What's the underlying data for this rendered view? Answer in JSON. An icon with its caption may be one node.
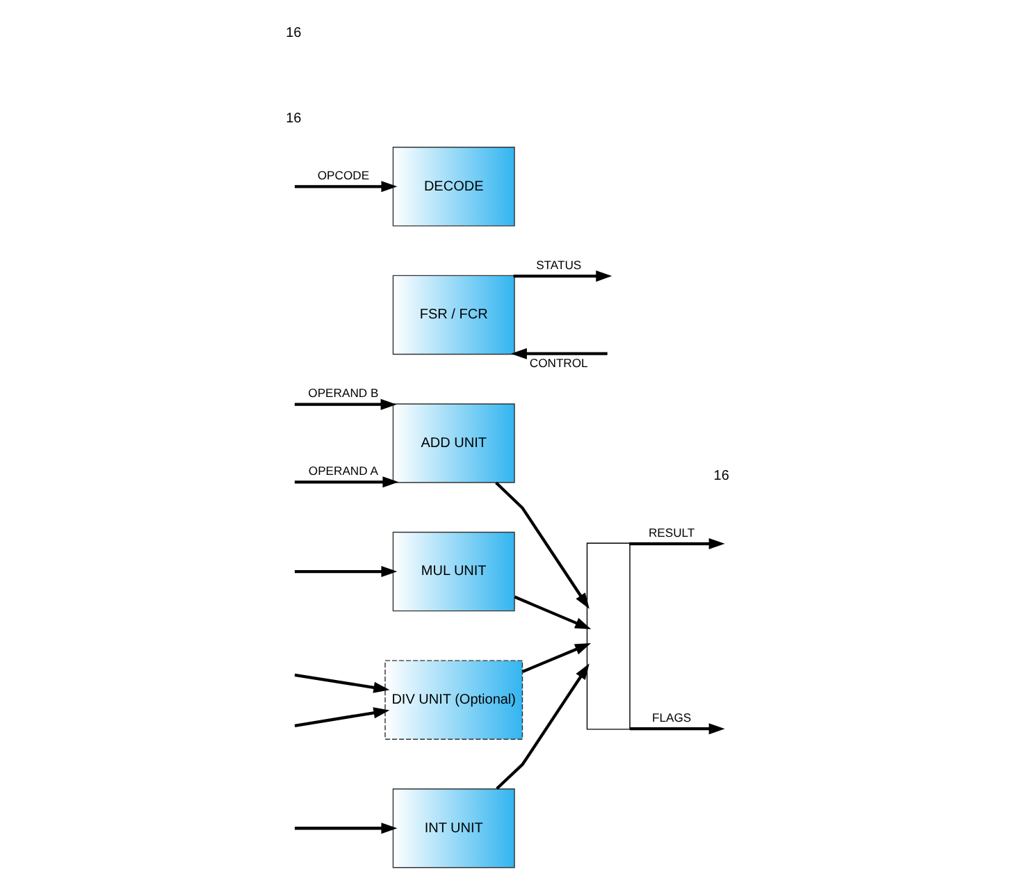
{
  "diagram": {
    "nodes": [
      {
        "text": [
          "DECODE"
        ]
      },
      {
        "text": [
          "FSR / FCR"
        ]
      },
      {
        "text": [
          "ADD UNIT"
        ]
      },
      {
        "text": [
          "MUL UNIT"
        ]
      },
      {
        "text": [
          "DIV UNIT (Optional)"
        ]
      },
      {
        "text": [
          "INT UNIT"
        ]
      },
      {
        "text": [],
        "shape": "trapezoid"
      }
    ],
    "edges": [
      {
        "from": null,
        "to": 0,
        "arrow": "to",
        "label": "OPCODE"
      },
      {
        "from": 1,
        "to": null,
        "arrow": "to",
        "label": "STATUS"
      },
      {
        "from": null,
        "to": 1,
        "arrow": "to",
        "label": "CONTROL"
      },
      {
        "from": null,
        "to": 2,
        "arrow": "to",
        "label": "OPERAND A"
      },
      {
        "from": null,
        "to": 4,
        "arrow": "to"
      },
      {
        "from": null,
        "to": 2,
        "arrow": "to",
        "label": "OPERAND B"
      },
      {
        "from": null,
        "to": 3,
        "arrow": "to"
      },
      {
        "from": null,
        "to": 4,
        "arrow": "to"
      },
      {
        "from": null,
        "to": 5,
        "arrow": "to"
      },
      {
        "from": 2,
        "to": 6,
        "arrow": "to"
      },
      {
        "from": 3,
        "to": 6,
        "arrow": "to"
      },
      {
        "from": 4,
        "to": 6,
        "arrow": "to"
      },
      {
        "from": 5,
        "to": 6,
        "arrow": "to"
      },
      {
        "from": 6,
        "to": null,
        "arrow": "to",
        "label": "RESULT"
      },
      {
        "from": 6,
        "to": null,
        "arrow": "to",
        "label": "FLAGS"
      }
    ],
    "labels": [
      "16",
      "16",
      "16"
    ]
  }
}
